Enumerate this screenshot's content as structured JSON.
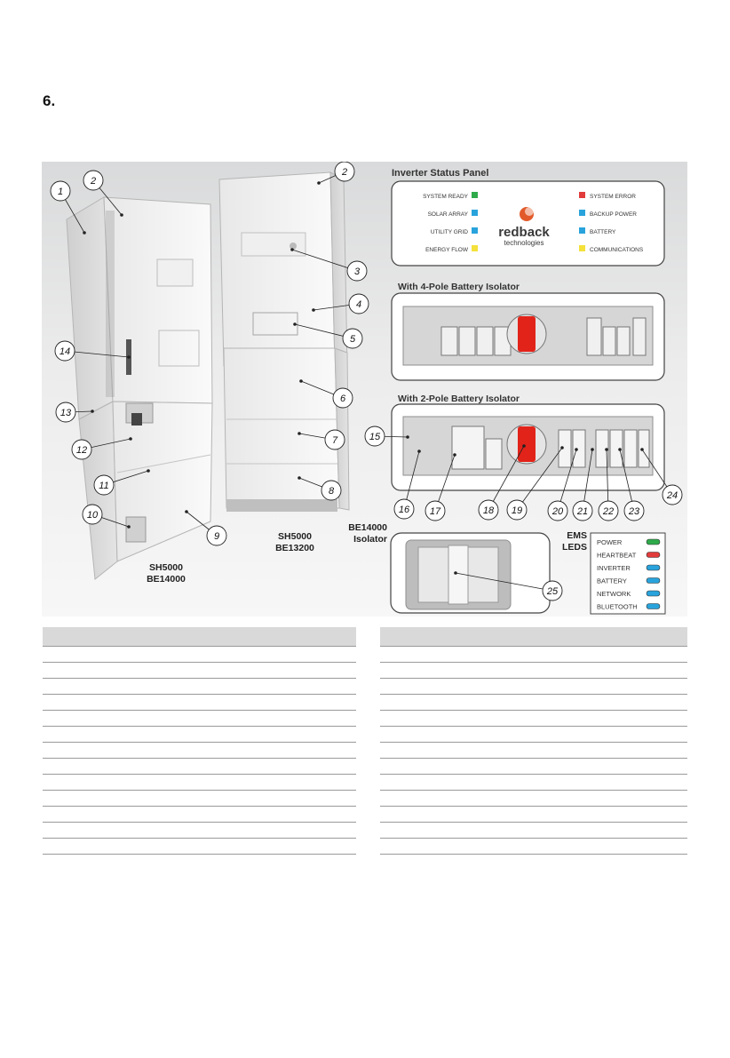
{
  "section": {
    "number": "6."
  },
  "figure": {
    "status_panel": {
      "title": "Inverter Status Panel",
      "left_items": [
        {
          "label": "SYSTEM READY",
          "color": "#2eaa4a"
        },
        {
          "label": "SOLAR ARRAY",
          "color": "#29a3dc"
        },
        {
          "label": "UTILITY GRID",
          "color": "#29a3dc"
        },
        {
          "label": "ENERGY FLOW",
          "color": "#f4e13a"
        }
      ],
      "right_items": [
        {
          "label": "SYSTEM ERROR",
          "color": "#e23b3b"
        },
        {
          "label": "BACKUP POWER",
          "color": "#29a3dc"
        },
        {
          "label": "BATTERY",
          "color": "#29a3dc"
        },
        {
          "label": "COMMUNICATIONS",
          "color": "#f4e13a"
        }
      ],
      "logo_word": "redback",
      "logo_sub": "technologies"
    },
    "isolator_4pole_title": "With 4-Pole Battery Isolator",
    "isolator_2pole_title": "With 2-Pole Battery Isolator",
    "left_unit_caption": [
      "SH5000",
      "BE14000"
    ],
    "right_unit_caption": [
      "SH5000",
      "BE13200"
    ],
    "be_isolator_caption": [
      "BE14000",
      "Isolator"
    ],
    "ems": {
      "title": [
        "EMS",
        "LEDS"
      ],
      "leds": [
        {
          "label": "POWER",
          "color": "#2eaa4a"
        },
        {
          "label": "HEARTBEAT",
          "color": "#e23b3b"
        },
        {
          "label": "INVERTER",
          "color": "#29a3dc"
        },
        {
          "label": "BATTERY",
          "color": "#29a3dc"
        },
        {
          "label": "NETWORK",
          "color": "#29a3dc"
        },
        {
          "label": "BLUETOOTH",
          "color": "#29a3dc"
        }
      ]
    },
    "callouts": [
      "1",
      "2",
      "2",
      "3",
      "4",
      "5",
      "6",
      "7",
      "8",
      "9",
      "10",
      "11",
      "12",
      "13",
      "14",
      "15",
      "16",
      "17",
      "18",
      "19",
      "20",
      "21",
      "22",
      "23",
      "24",
      "25"
    ],
    "accent_red": "#e2231a"
  },
  "tables": {
    "left_rows": 13,
    "right_rows": 13
  }
}
